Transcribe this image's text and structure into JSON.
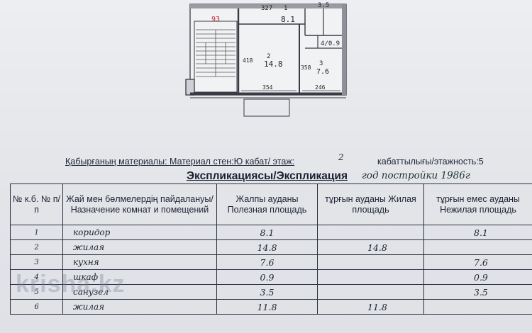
{
  "floor_plan": {
    "labels": {
      "room_9": "93",
      "top_dim": "327",
      "room_1_no": "1",
      "room_1_area": "8.1",
      "top_right_dim": "3.5",
      "room_4": "4/0.9",
      "room_2_no": "2",
      "room_2_area": "14.8",
      "room_2_left_dim": "418",
      "room_3_no": "3",
      "room_3_area": "7.6",
      "room_3_left_dim": "358",
      "bottom_dim_1": "354",
      "bottom_dim_2": "246"
    }
  },
  "header_line": {
    "walls_label": "Қабырғаның материалы: Материал стен:",
    "floor_label": "Ю кабат/ этаж:",
    "floor_value": "2",
    "floors_label": "кабаттылығы/этажность:5"
  },
  "explication": {
    "title": "Экспликациясы/Экспликация",
    "year_note": "год постройки 1986г"
  },
  "table": {
    "headers": {
      "no": "№ к.б. № п/п",
      "purpose": "Жай мен бөлмелердің пайдалануы/ Назначение комнат и помещений",
      "useful": "Жалпы ауданы Полезная площадь",
      "living": "тұрғын ауданы Жилая площадь",
      "nonliving": "тұрғын емес ауданы Нежилая площадь"
    },
    "rows": [
      {
        "no": "1",
        "name": "коридор",
        "useful": "8.1",
        "living": "",
        "nonliving": "8.1"
      },
      {
        "no": "2",
        "name": "жилая",
        "useful": "14.8",
        "living": "14.8",
        "nonliving": ""
      },
      {
        "no": "3",
        "name": "кухня",
        "useful": "7.6",
        "living": "",
        "nonliving": "7.6"
      },
      {
        "no": "4",
        "name": "шкаф",
        "useful": "0.9",
        "living": "",
        "nonliving": "0.9"
      },
      {
        "no": "5",
        "name": "санузел",
        "useful": "3.5",
        "living": "",
        "nonliving": "3.5"
      },
      {
        "no": "6",
        "name": "жилая",
        "useful": "11.8",
        "living": "11.8",
        "nonliving": ""
      }
    ]
  },
  "watermark": "krisha.kz"
}
